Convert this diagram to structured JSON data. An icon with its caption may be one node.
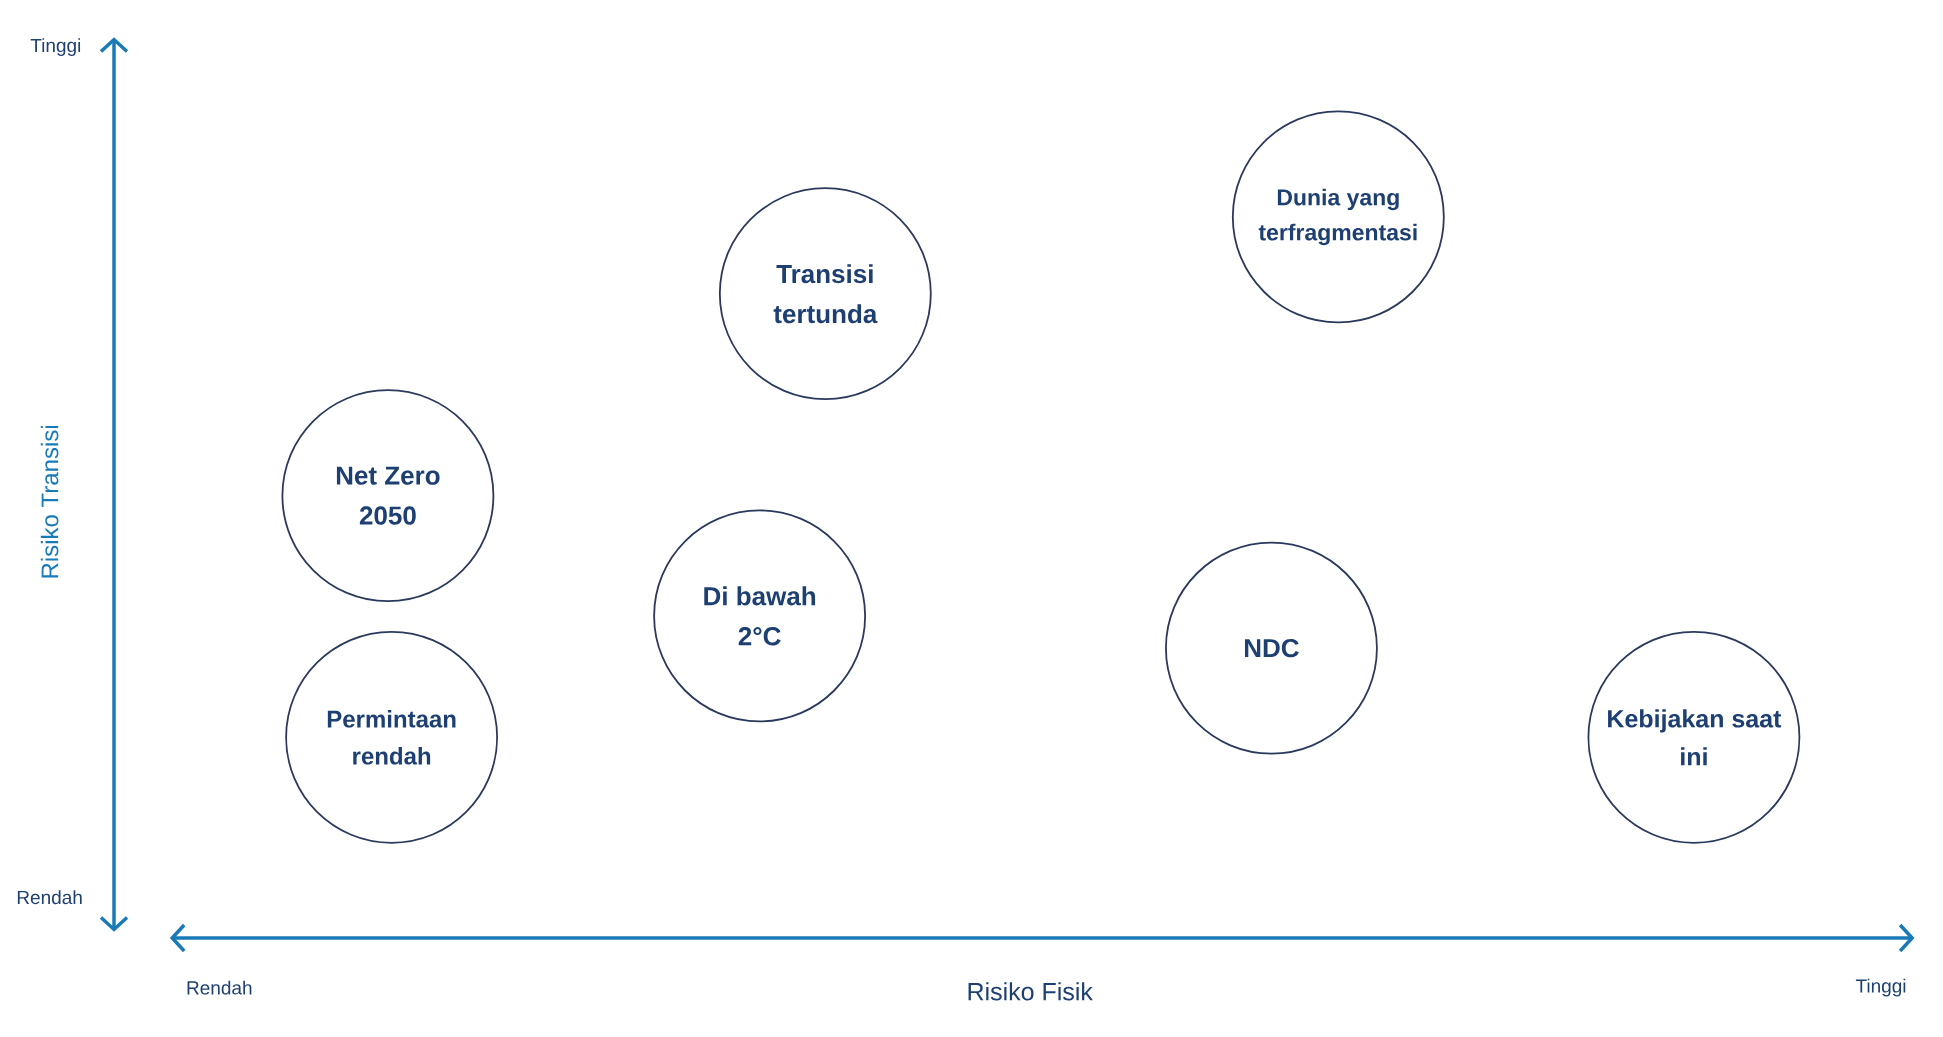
{
  "diagram": {
    "nodes": [
      {
        "text": [
          "Dunia yang terfragmentasi"
        ]
      },
      {
        "text": [
          "Transisi tertunda"
        ]
      },
      {
        "text": [
          "Net Zero 2050"
        ]
      },
      {
        "text": [
          "Di bawah 2°C"
        ]
      },
      {
        "text": [
          "NDC"
        ]
      },
      {
        "text": [
          "Permintaan rendah"
        ]
      },
      {
        "text": [
          "Kebijakan saat ini"
        ]
      }
    ],
    "labels": [
      "Tinggi",
      "Rendah",
      "Risiko Transisi",
      "Rendah",
      "Risiko Fisik",
      "Tinggi"
    ]
  }
}
